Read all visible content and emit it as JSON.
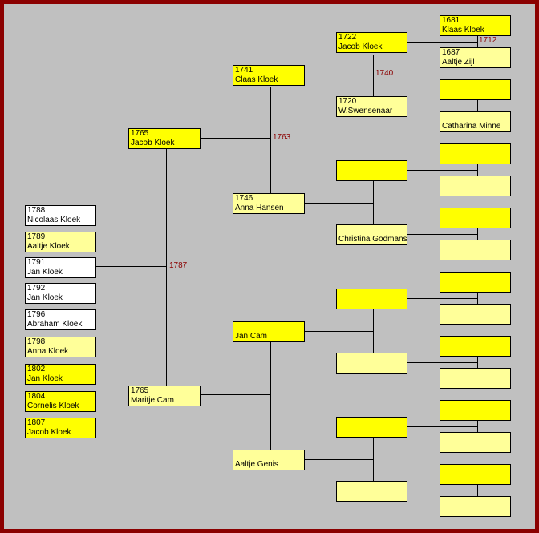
{
  "children": [
    {
      "year": "1788",
      "name": "Nicolaas Kloek",
      "color": "w"
    },
    {
      "year": "1789",
      "name": "Aaltje Kloek",
      "color": "ly"
    },
    {
      "year": "1791",
      "name": "Jan Kloek",
      "color": "w"
    },
    {
      "year": "1792",
      "name": "Jan Kloek",
      "color": "w"
    },
    {
      "year": "1796",
      "name": "Abraham Kloek",
      "color": "w"
    },
    {
      "year": "1798",
      "name": "Anna Kloek",
      "color": "ly"
    },
    {
      "year": "1802",
      "name": "Jan Kloek",
      "color": "y"
    },
    {
      "year": "1804",
      "name": "Cornelis Kloek",
      "color": "y"
    },
    {
      "year": "1807",
      "name": "Jacob Kloek",
      "color": "y"
    }
  ],
  "parents": {
    "father": {
      "year": "1765",
      "name": "Jacob Kloek"
    },
    "mother": {
      "year": "1765",
      "name": "Maritje Cam"
    },
    "marriage_year": "1787"
  },
  "grandparents": {
    "paternal_grandfather": {
      "year": "1741",
      "name": "Claas Kloek"
    },
    "paternal_grandmother": {
      "year": "1746",
      "name": "Anna Hansen"
    },
    "paternal_marriage_year": "1763",
    "maternal_grandfather": {
      "year": "",
      "name": "Jan Cam"
    },
    "maternal_grandmother": {
      "year": "",
      "name": "Aaltje Genis"
    }
  },
  "great_grandparents": {
    "g1": {
      "year": "1722",
      "name": "Jacob Kloek"
    },
    "g2": {
      "year": "1720",
      "name": "W.Swensenaar"
    },
    "g12_marriage_year": "1740",
    "g3": {
      "year": "",
      "name": ""
    },
    "g4": {
      "year": "",
      "name": "Christina Godmanse"
    },
    "g5": {
      "year": "",
      "name": ""
    },
    "g6": {
      "year": "",
      "name": ""
    },
    "g7": {
      "year": "",
      "name": ""
    },
    "g8": {
      "year": "",
      "name": ""
    }
  },
  "great_great_grandparents": {
    "gg1": {
      "year": "1681",
      "name": "Klaas Kloek"
    },
    "gg2": {
      "year": "1687",
      "name": "Aaltje Zijl"
    },
    "gg12_marriage_year": "1712",
    "gg3": {
      "year": "",
      "name": ""
    },
    "gg4": {
      "year": "",
      "name": "Catharina Minne"
    },
    "gg5": {
      "year": "",
      "name": ""
    },
    "gg6": {
      "year": "",
      "name": ""
    },
    "gg7": {
      "year": "",
      "name": ""
    },
    "gg8": {
      "year": "",
      "name": ""
    },
    "gg9": {
      "year": "",
      "name": ""
    },
    "gg10": {
      "year": "",
      "name": ""
    },
    "gg11": {
      "year": "",
      "name": ""
    },
    "gg12": {
      "year": "",
      "name": ""
    },
    "gg13": {
      "year": "",
      "name": ""
    },
    "gg14": {
      "year": "",
      "name": ""
    },
    "gg15": {
      "year": "",
      "name": ""
    },
    "gg16": {
      "year": "",
      "name": ""
    }
  },
  "colors": {
    "border": "#8b0000",
    "background": "#c0c0c0",
    "male": "#ffff00",
    "female": "#ffff99",
    "unknown": "#ffffff",
    "year_text": "#8b0000"
  }
}
